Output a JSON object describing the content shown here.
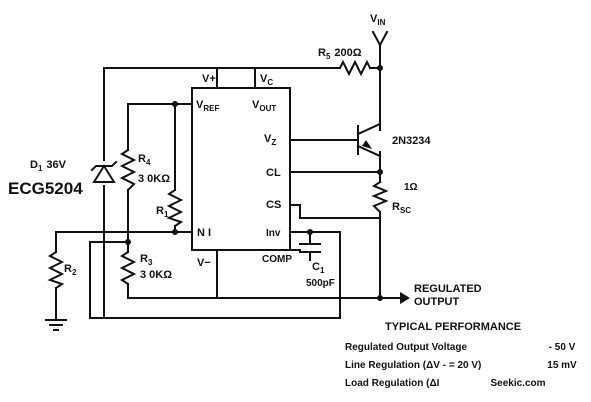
{
  "labels": {
    "vin": "V",
    "vin_sub": "IN",
    "r5": "R",
    "r5_sub": "5",
    "r5_value": "200Ω",
    "d1": "D",
    "d1_sub": "1",
    "d1_value": "36V",
    "ecg": "ECG5204",
    "r4": "R",
    "r4_sub": "4",
    "r4_value": "3 0KΩ",
    "r1": "R",
    "r1_sub": "1",
    "r3": "R",
    "r3_sub": "3",
    "r3_value": "3 0KΩ",
    "r2": "R",
    "r2_sub": "2",
    "ic_vplus": "V+",
    "ic_vc": "V",
    "ic_vc_sub": "C",
    "ic_vref": "V",
    "ic_vref_sub": "REF",
    "ic_vout": "V",
    "ic_vout_sub": "OUT",
    "ic_vz": "V",
    "ic_vz_sub": "Z",
    "ic_cl": "CL",
    "ic_cs": "CS",
    "ic_ni": "N I",
    "ic_inv": "Inv",
    "ic_vminus": "V−",
    "ic_comp": "COMP",
    "transistor": "2N3234",
    "rsc_value": "1Ω",
    "rsc": "R",
    "rsc_sub": "SC",
    "c1": "C",
    "c1_sub": "1",
    "c1_value": "500pF",
    "output_1": "REGULATED",
    "output_2": "OUTPUT"
  },
  "performance": {
    "title": "TYPICAL  PERFORMANCE",
    "rows": [
      {
        "label": "Regulated Output Voltage",
        "value": "- 50 V"
      },
      {
        "label": "Line Regulation (ΔV - = 20 V)",
        "value": "15 mV"
      },
      {
        "label": "Load Regulation (ΔI",
        "value": "Seekic.com"
      }
    ]
  }
}
